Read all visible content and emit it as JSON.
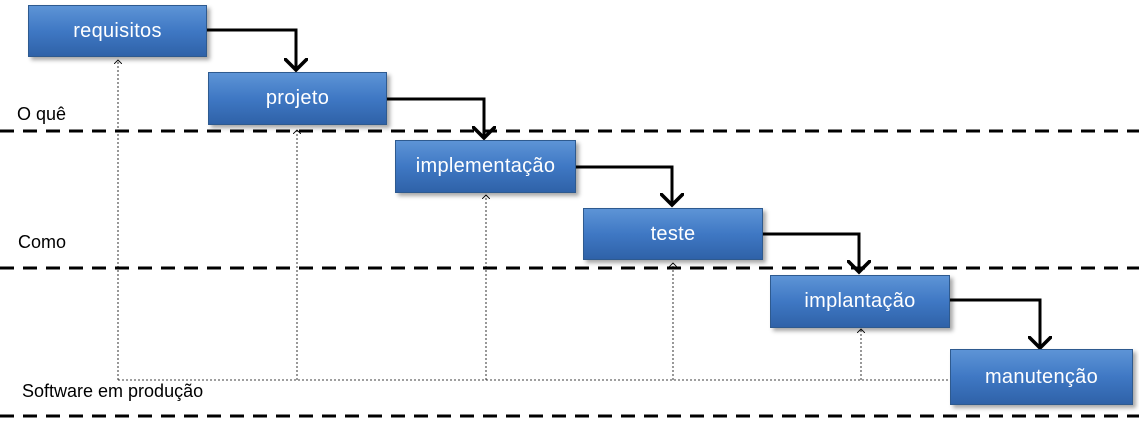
{
  "stages": [
    {
      "label": "requisitos"
    },
    {
      "label": "projeto"
    },
    {
      "label": "implementação"
    },
    {
      "label": "teste"
    },
    {
      "label": "implantação"
    },
    {
      "label": "manutenção"
    }
  ],
  "zones": {
    "what": "O quê",
    "how": "Como",
    "production": "Software em produção"
  },
  "colors": {
    "box_top": "#5d94d6",
    "box_bottom": "#2f62a8",
    "line": "#000000"
  }
}
